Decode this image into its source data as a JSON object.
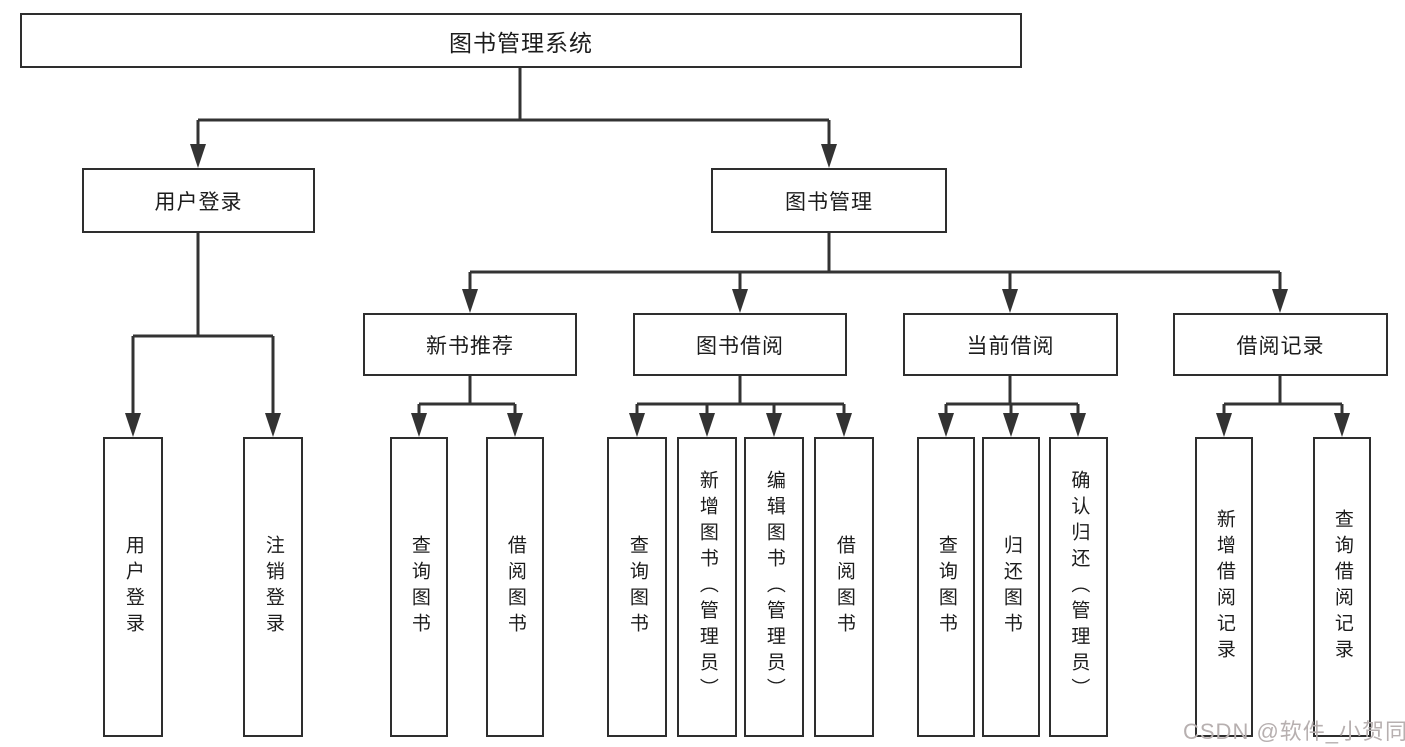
{
  "diagram": {
    "root": {
      "label": "图书管理系统"
    },
    "level2": {
      "login": {
        "label": "用户登录"
      },
      "management": {
        "label": "图书管理"
      }
    },
    "level3": {
      "recommend": {
        "label": "新书推荐"
      },
      "borrow": {
        "label": "图书借阅"
      },
      "current": {
        "label": "当前借阅"
      },
      "records": {
        "label": "借阅记录"
      }
    },
    "leaves": {
      "login": [
        "用户登录",
        "注销登录"
      ],
      "recommend": [
        "查询图书",
        "借阅图书"
      ],
      "borrow": [
        "查询图书",
        "新增图书（管理员）",
        "编辑图书（管理员）",
        "借阅图书"
      ],
      "current": [
        "查询图书",
        "归还图书",
        "确认归还（管理员）"
      ],
      "records": [
        "新增借阅记录",
        "查询借阅记录"
      ]
    },
    "watermark": "CSDN @软件_小贺同学",
    "colors": {
      "line": "#333333",
      "box_border": "#2e2e2e",
      "box_background": "#ffffff",
      "text": "#1c1c1c",
      "watermark": "#b7b0b0"
    }
  }
}
